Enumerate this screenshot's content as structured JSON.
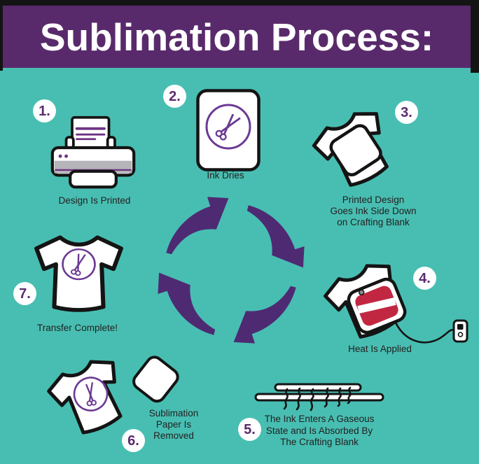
{
  "title": "Sublimation Process:",
  "colors": {
    "background": "#48beb2",
    "header_bg": "#592a6b",
    "arrow_purple": "#4e2a73",
    "number_purple": "#5b2a6e",
    "logo_purple": "#6b3a93",
    "ink_purple": "#6e3282",
    "press_red": "#c22742",
    "printer_gray": "#b5b4b8",
    "outline_black": "#141414"
  },
  "steps": [
    {
      "number": "1.",
      "icon": "printer-icon",
      "lines": [
        "Design Is Printed"
      ]
    },
    {
      "number": "2.",
      "icon": "sublimation-paper-icon",
      "lines": [
        "Ink Dries"
      ]
    },
    {
      "number": "3.",
      "icon": "shirt-with-paper-icon",
      "lines": [
        "Printed Design",
        "Goes Ink Side Down",
        "on Crafting Blank"
      ]
    },
    {
      "number": "4.",
      "icon": "heat-press-icon",
      "lines": [
        "Heat Is Applied"
      ]
    },
    {
      "number": "5.",
      "icon": "press-plates-icon",
      "lines": [
        "The Ink Enters A Gaseous",
        "State and Is Absorbed By",
        "The Crafting Blank"
      ]
    },
    {
      "number": "6.",
      "icon": "paper-removed-icon",
      "lines": [
        "Sublimation",
        "Paper Is",
        "Removed"
      ]
    },
    {
      "number": "7.",
      "icon": "finished-shirt-icon",
      "lines": [
        "Transfer Complete!"
      ]
    }
  ]
}
